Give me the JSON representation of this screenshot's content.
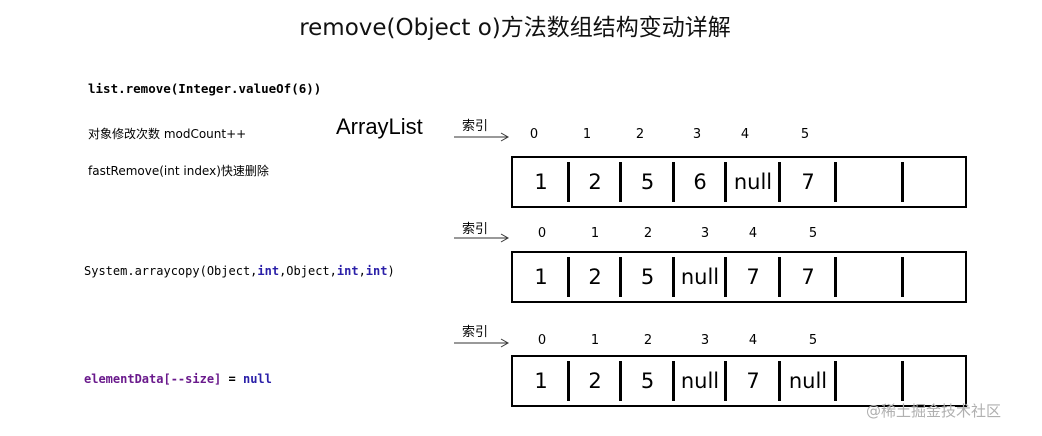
{
  "title": "remove(Object o)方法数组结构变动详解",
  "left_notes": {
    "call": "list.remove(Integer.valueOf(6))",
    "mod_count": "对象修改次数 modCount++",
    "fast_remove": "fastRemove(int index)快速删除",
    "arraycopy": {
      "prefix": "System.arraycopy(Object,",
      "kw1": "int",
      "mid1": ",Object,",
      "kw2": "int",
      "mid2": ",",
      "kw3": "int",
      "suffix": ")"
    },
    "null_assign": {
      "field": "elementData[--size]",
      "op": " = ",
      "kw": "null"
    }
  },
  "arraylist_label": "ArrayList",
  "index_label": "索引",
  "arrays": [
    {
      "indices": [
        "0",
        "1",
        "2",
        "3",
        "4",
        "5"
      ],
      "cells": [
        "1",
        "2",
        "5",
        "6",
        "null",
        "7",
        "",
        ""
      ]
    },
    {
      "indices": [
        "0",
        "1",
        "2",
        "3",
        "4",
        "5"
      ],
      "cells": [
        "1",
        "2",
        "5",
        "null",
        "7",
        "7",
        "",
        ""
      ]
    },
    {
      "indices": [
        "0",
        "1",
        "2",
        "3",
        "4",
        "5"
      ],
      "cells": [
        "1",
        "2",
        "5",
        "null",
        "7",
        "null",
        "",
        ""
      ]
    }
  ],
  "watermark": "@稀土掘金技术社区"
}
